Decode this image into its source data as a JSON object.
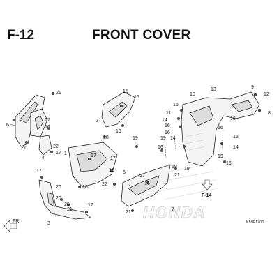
{
  "header": {
    "section_code": "F-12",
    "title": "FRONT COVER"
  },
  "callouts": {
    "fr_arrow": "FR.",
    "ref_f14": "F-14",
    "diagram_code": "K59F1200",
    "watermark": "HONDA"
  },
  "part_labels": {
    "p1": "1",
    "p2": "2",
    "p3": "3",
    "p4": "4",
    "p5": "5",
    "p6": "6",
    "p7": "7",
    "p8": "8",
    "p9": "9",
    "p10": "10",
    "p11": "11",
    "p12": "12",
    "p13": "13",
    "p14": "14",
    "p15": "15",
    "p16": "16",
    "p17": "17",
    "p18": "18",
    "p19": "19",
    "p20": "20",
    "p21": "21",
    "p22": "22"
  }
}
